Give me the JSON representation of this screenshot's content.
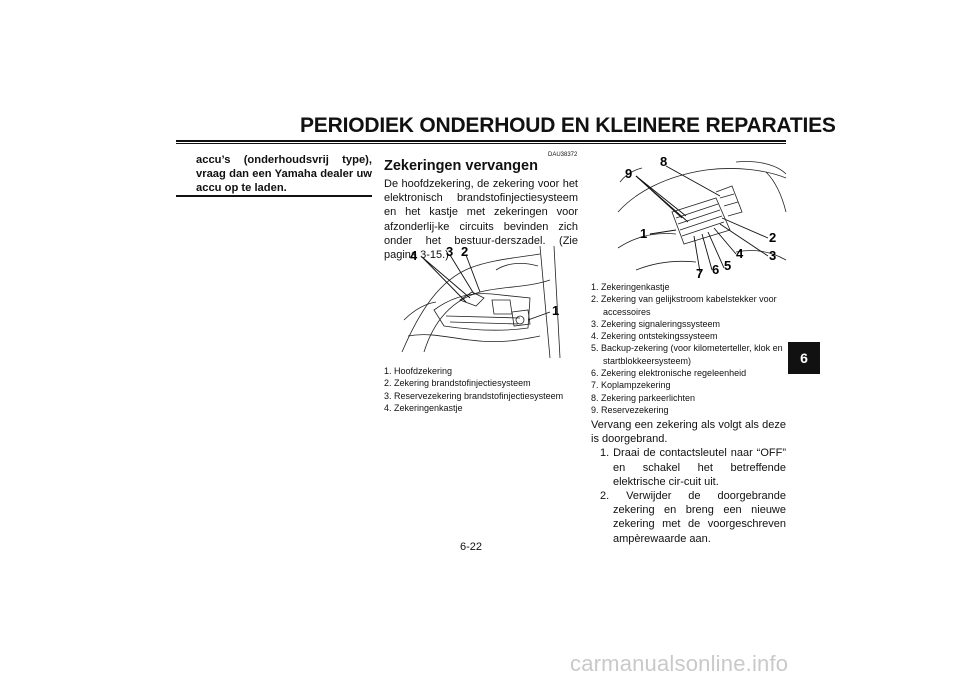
{
  "header": {
    "title": "PERIODIEK ONDERHOUD EN KLEINERE REPARATIES"
  },
  "warning": {
    "text": "accu’s (onderhoudsvrij type), vraag dan een Yamaha dealer uw accu op te laden."
  },
  "section": {
    "code": "DAU38372",
    "title": "Zekeringen vervangen",
    "intro": "De hoofdzekering, de zekering voor het elektronisch brandstofinjectiesysteem en het kastje met zekeringen voor afzonderlij-ke circuits bevinden zich onder het bestuur-derszadel. (Zie pagina 3-15.)"
  },
  "figure1": {
    "callouts": [
      "4",
      "3",
      "2",
      "1"
    ],
    "legend": [
      "1. Hoofdzekering",
      "2. Zekering brandstofinjectiesysteem",
      "3. Reservezekering brandstofinjectiesysteem",
      "4. Zekeringenkastje"
    ]
  },
  "figure2": {
    "callouts": [
      "9",
      "8",
      "1",
      "2",
      "3",
      "4",
      "5",
      "6",
      "7"
    ],
    "legend": [
      "1. Zekeringenkastje",
      "2. Zekering van gelijkstroom kabelstekker voor accessoires",
      "3. Zekering signaleringssysteem",
      "4. Zekering ontstekingssysteem",
      "5. Backup-zekering (voor kilometerteller, klok en startblokkeersysteem)",
      "6. Zekering elektronische regeleenheid",
      "7. Koplampzekering",
      "8. Zekering parkeerlichten",
      "9. Reservezekering"
    ]
  },
  "body": {
    "para": "Vervang een zekering als volgt als deze is doorgebrand.",
    "steps": [
      "1. Draai de contactsleutel naar “OFF” en schakel het betreffende elektrische cir-cuit uit.",
      "2. Verwijder de doorgebrande zekering en breng een nieuwe zekering met de voorgeschreven ampèrewaarde aan."
    ]
  },
  "tab": {
    "label": "6"
  },
  "page": {
    "number": "6-22"
  },
  "watermark": {
    "text": "carmanualsonline.info"
  }
}
